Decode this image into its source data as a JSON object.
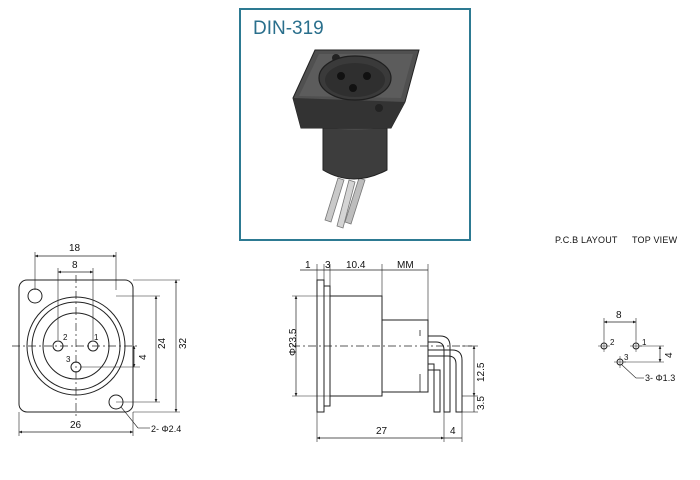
{
  "product": {
    "model": "DIN-319"
  },
  "view_labels": {
    "pcb_layout": "P.C.B LAYOUT",
    "top_view": "TOP VIEW"
  },
  "front_view": {
    "dim_width_outer": "18",
    "dim_pin_spacing": "8",
    "dim_height_inner": "24",
    "dim_height_outer": "32",
    "dim_pin_offset": "4",
    "dim_width_base": "26",
    "dim_mount_hole": "2- Φ2.4",
    "pin_labels": [
      "1",
      "2",
      "3"
    ]
  },
  "side_view": {
    "dim_flange": "1",
    "dim_step": "3",
    "dim_body": "10.4",
    "dim_mm": "MM",
    "dim_diameter": "Φ23.5",
    "dim_length": "27",
    "dim_tail": "4",
    "dim_pin_height": "12.5",
    "dim_pin_tip": "3.5"
  },
  "pcb_view": {
    "dim_spacing": "8",
    "dim_offset": "4",
    "dim_holes": "3- Φ1.3",
    "pin_labels": [
      "1",
      "2",
      "3"
    ]
  },
  "colors": {
    "frame": "#2d7a92",
    "title": "#2a6f8c",
    "line": "#222222"
  }
}
